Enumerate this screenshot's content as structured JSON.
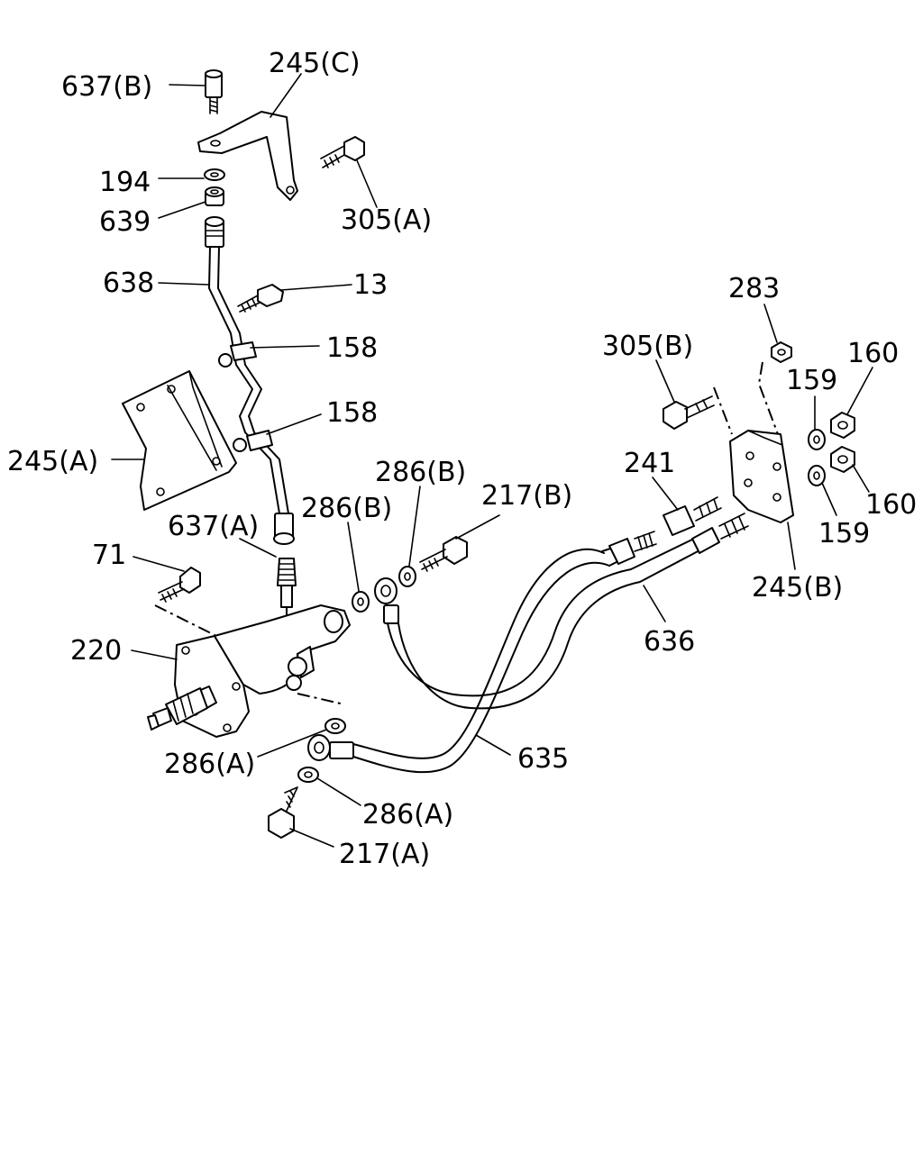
{
  "labels": {
    "p637b": "637(B)",
    "p245c": "245(C)",
    "p194": "194",
    "p639": "639",
    "p305a": "305(A)",
    "p638": "638",
    "p13": "13",
    "p158_top": "158",
    "p158_bot": "158",
    "p245a": "245(A)",
    "p637a": "637(A)",
    "p71": "71",
    "p220": "220",
    "p286a_upper": "286(A)",
    "p286a_lower": "286(A)",
    "p217a": "217(A)",
    "p635": "635",
    "p636": "636",
    "p286b_left": "286(B)",
    "p286b_right": "286(B)",
    "p217b": "217(B)",
    "p241": "241",
    "p305b": "305(B)",
    "p283": "283",
    "p159_top": "159",
    "p159_bot": "159",
    "p160_top": "160",
    "p160_bot": "160",
    "p245b": "245(B)"
  }
}
